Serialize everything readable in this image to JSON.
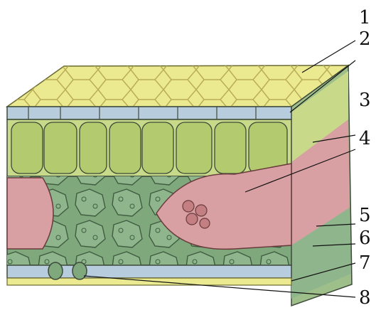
{
  "labels": [
    "1",
    "2",
    "3",
    "4",
    "5",
    "6",
    "7",
    "8"
  ],
  "colors": {
    "cuticle": "#e9e68c",
    "epidermis": "#b8cfe0",
    "palisade": "#c9d98a",
    "spongy": "#7fa87d",
    "vein": "#d89a9c",
    "outline": "#3d4a3a"
  }
}
